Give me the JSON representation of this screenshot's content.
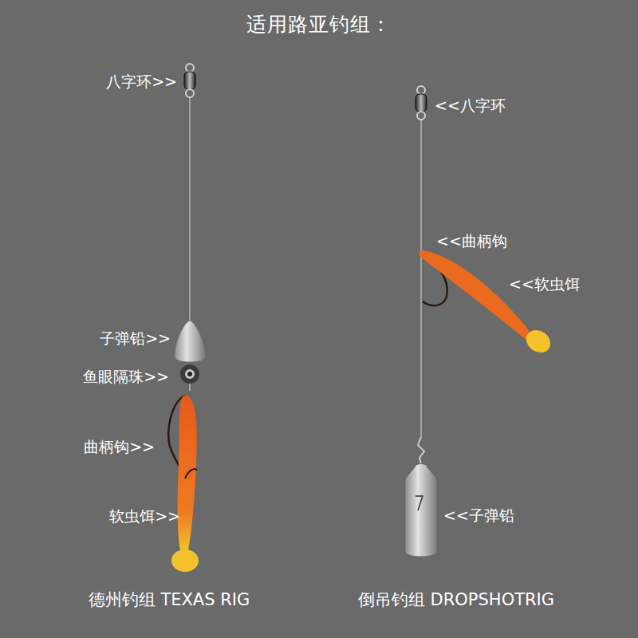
{
  "diagram": {
    "title": "适用路亚钓组：",
    "labels": [
      "八字环>>",
      "子弹铅>>",
      "鱼眼隔珠>>",
      "曲柄钩>>",
      "软虫饵>>",
      "德州钓组 TEXAS RIG",
      "<<八字环",
      "<<曲柄钩",
      "<<软虫饵",
      "<<子弹铅",
      "倒吊钓组 DROPSHOTRIG"
    ]
  }
}
